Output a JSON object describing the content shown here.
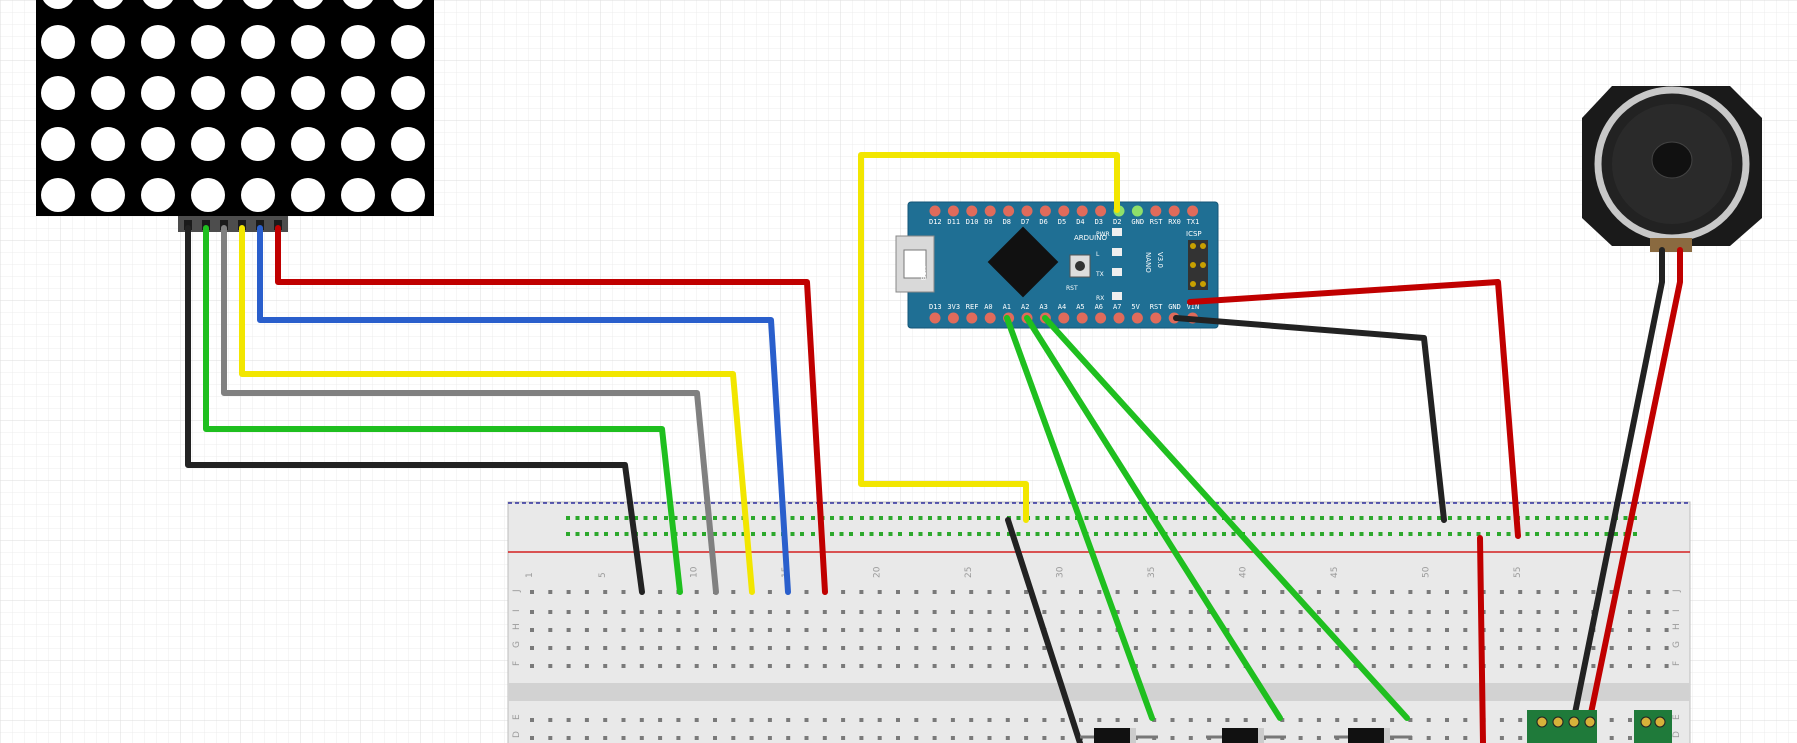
{
  "colors": {
    "grid": "#e6e6e6",
    "board": "#1f6f94",
    "breadboard": "#e8e8e8",
    "rail_red": "#d42020",
    "rail_blue": "#3030a0",
    "wire_black": "#222222",
    "wire_green": "#1fbf1f",
    "wire_gray": "#808080",
    "wire_yellow": "#f2e600",
    "wire_blue": "#2a5fcc",
    "wire_red": "#c00000"
  },
  "nano": {
    "top_pins": [
      "D12",
      "D11",
      "D10",
      "D9",
      "D8",
      "D7",
      "D6",
      "D5",
      "D4",
      "D3",
      "D2",
      "GND",
      "RST",
      "RX0",
      "TX1"
    ],
    "bottom_pins": [
      "D13",
      "3V3",
      "REF",
      "A0",
      "A1",
      "A2",
      "A3",
      "A4",
      "A5",
      "A6",
      "A7",
      "5V",
      "RST",
      "GND",
      "VIN"
    ],
    "labels": {
      "usb": "USB",
      "icsp": "ICSP",
      "pwr": "PWR",
      "led": "L",
      "tx": "TX",
      "rx": "RX",
      "rst": "RST",
      "brand": "ARDUINO",
      "model": "NANO",
      "version": "V3.0"
    }
  },
  "breadboard": {
    "column_numbers": [
      "1",
      "5",
      "10",
      "15",
      "20",
      "25",
      "30",
      "35",
      "40",
      "45",
      "50",
      "55"
    ],
    "row_letters_top": [
      "J",
      "I",
      "H",
      "G",
      "F"
    ],
    "row_letters_bottom": [
      "E",
      "D"
    ]
  },
  "icons": {
    "matrix": "led-matrix-icon",
    "speaker": "speaker-icon",
    "arduino": "arduino-nano-icon",
    "diode": "diode-icon",
    "module": "audio-module-icon"
  }
}
